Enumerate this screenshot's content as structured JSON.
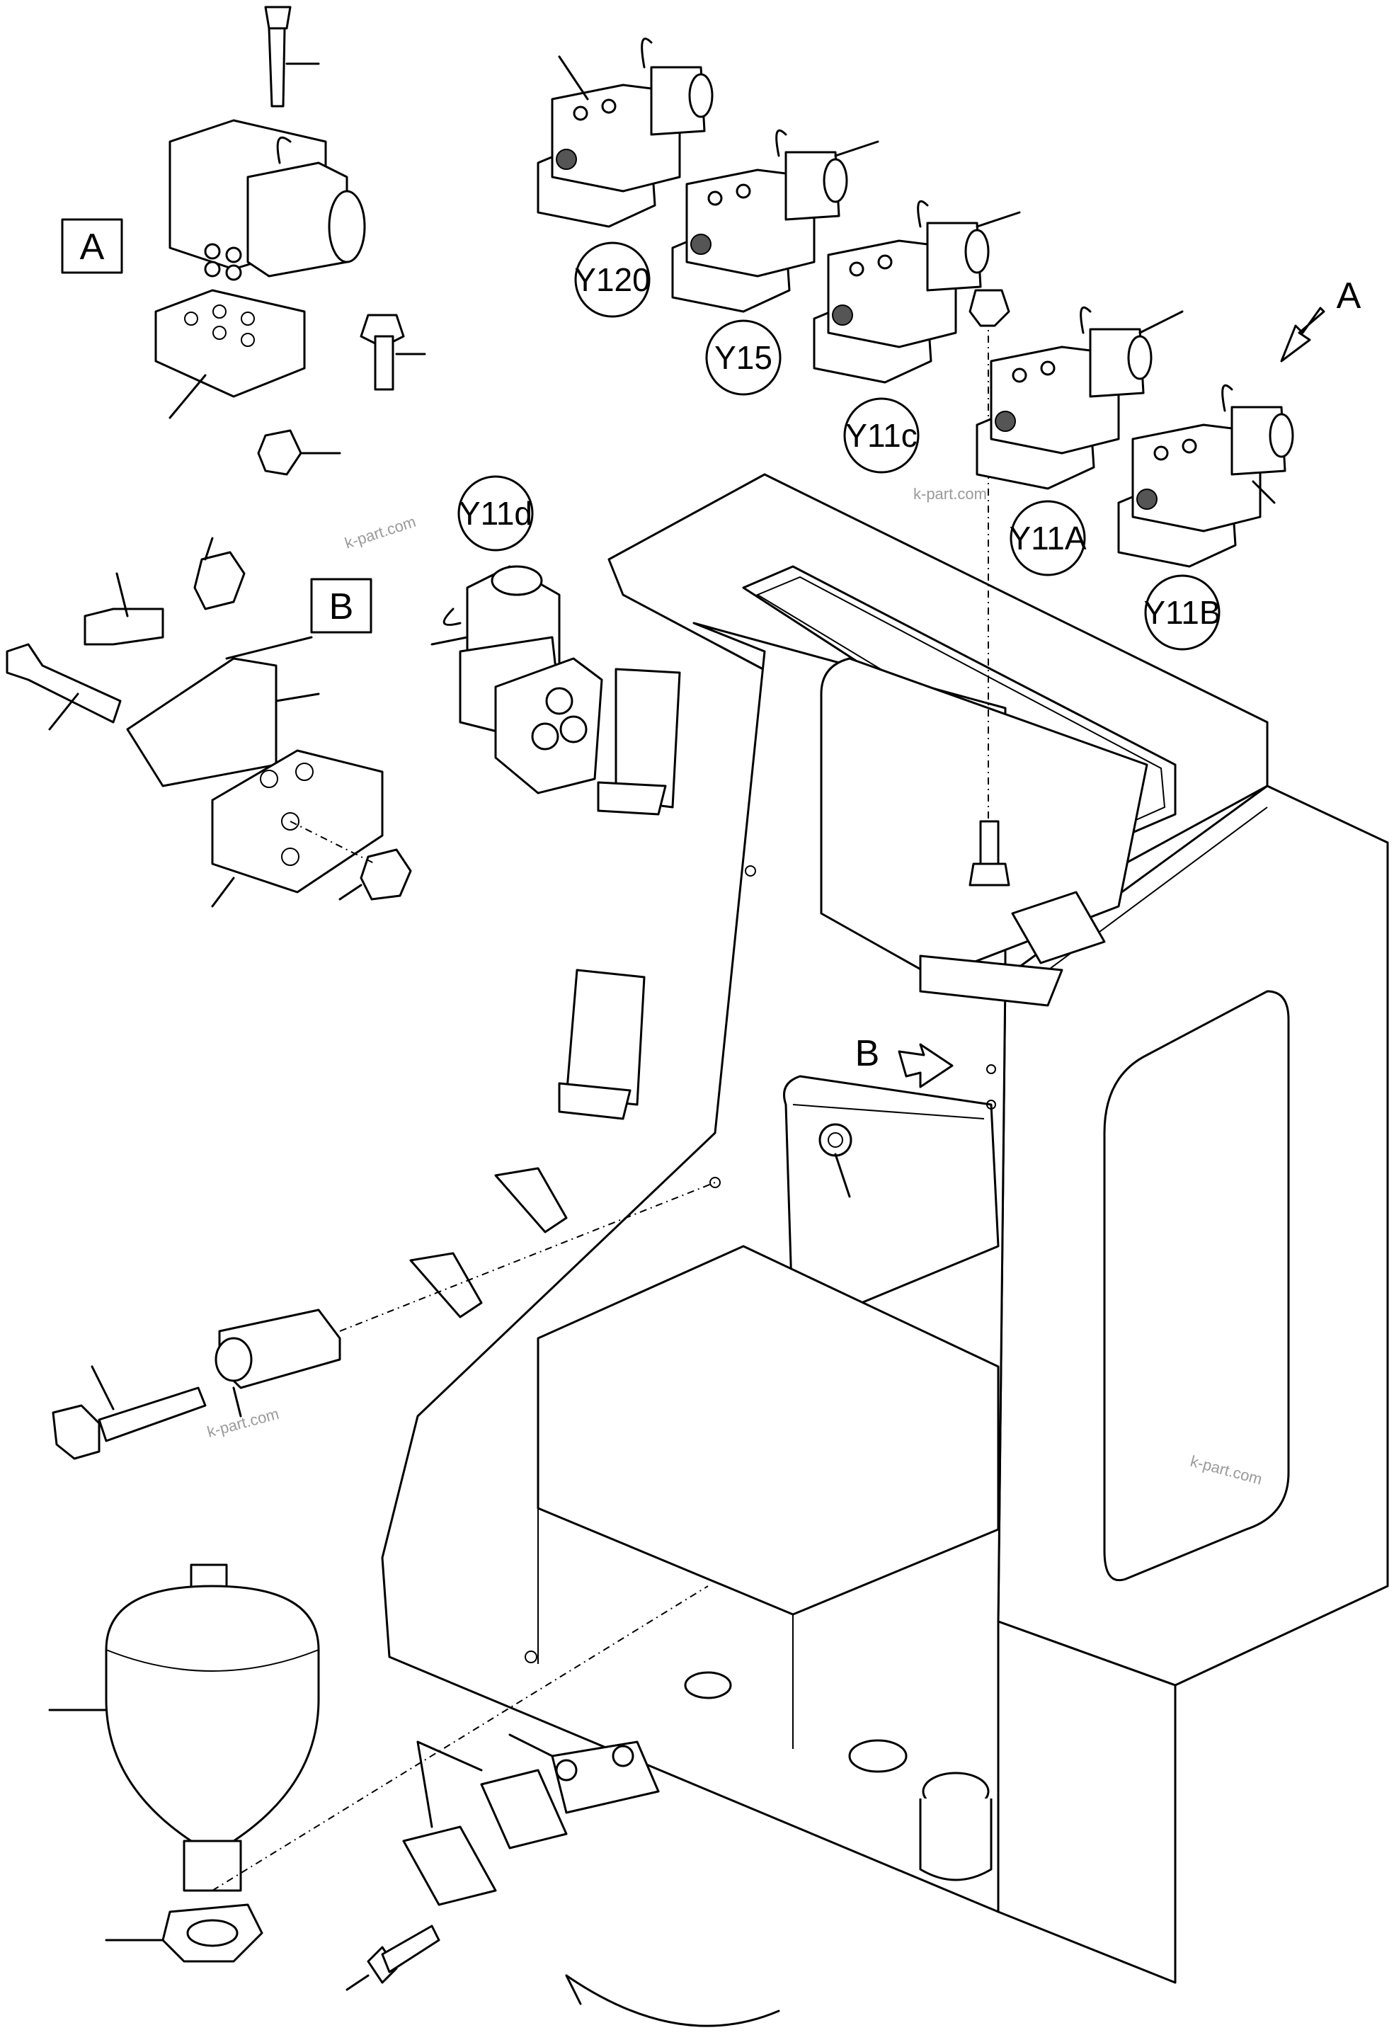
{
  "diagram": {
    "components": {
      "y120": "Y120",
      "y15": "Y15",
      "y11c": "Y11c",
      "y11d": "Y11d",
      "y11a": "Y11A",
      "y11b": "Y11B"
    },
    "detail_boxes": {
      "a": "A",
      "b": "B"
    },
    "view_arrows": {
      "a": "A",
      "b": "B"
    },
    "watermarks": [
      "k-part.com",
      "k-part.com",
      "k-part.com",
      "k-part.com"
    ]
  }
}
